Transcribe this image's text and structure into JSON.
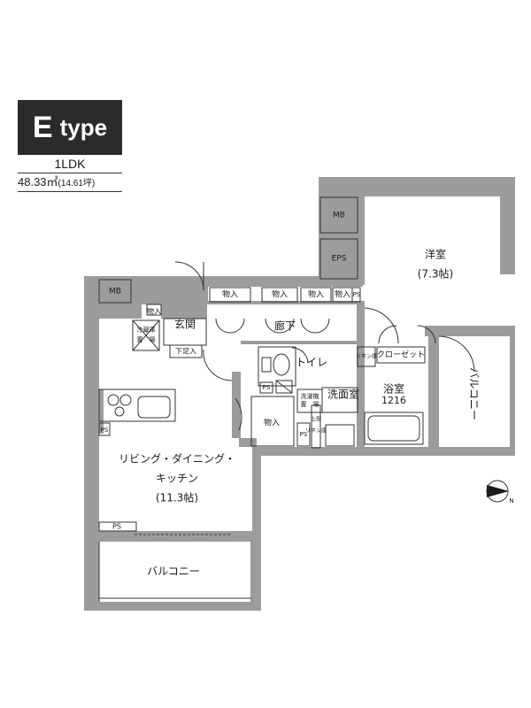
{
  "header": {
    "type_letter": "E",
    "type_word": "type",
    "layout": "1LDK",
    "area_main": "48.33㎡",
    "area_sub": "(14.61坪)"
  },
  "rooms": {
    "mb_top": "MB",
    "eps": "EPS",
    "western_room": "洋室",
    "western_size": "(7.3帖)",
    "mb_left": "MB",
    "storage1": "物入",
    "storage2": "物入",
    "storage3": "物入",
    "storage4": "物入",
    "ps_top": "PS",
    "storage_small": "物入",
    "fridge_1": "冷蔵庫",
    "fridge_2": "置　場",
    "genkan": "玄関",
    "shoe_box": "下足入",
    "hallway": "廊下",
    "linen1": "リネン庫",
    "closet": "クローゼット",
    "toilet": "トイレ",
    "washroom": "洗面室",
    "bath": "浴室",
    "bath_size": "1216",
    "balcony_right": "バルコニー",
    "ps_mid": "PS",
    "washer_1": "洗濯機",
    "washer_2": "置　場",
    "linen2_1": "上部",
    "linen2_2": "リネン庫",
    "storage5": "物入",
    "ps_small": "PS",
    "ps_kitchen": "PS",
    "ldk_1": "リビング・ダイニング・",
    "ldk_2": "キッチン",
    "ldk_3": "(11.3帖)",
    "ps_bottom": "PS",
    "balcony_bottom": "バルコニー",
    "north": "N"
  }
}
